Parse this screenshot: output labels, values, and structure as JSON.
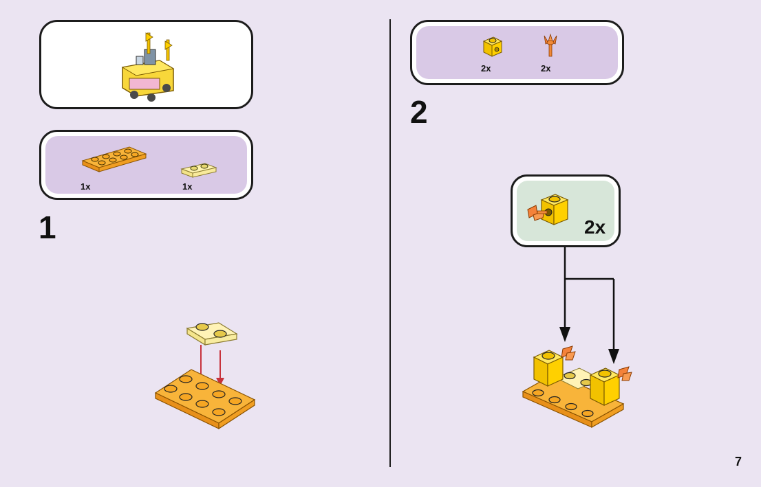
{
  "left_step": {
    "number": "1",
    "parts": [
      {
        "qty": "1x",
        "part": "orange-2x4-plate"
      },
      {
        "qty": "1x",
        "part": "transparent-yellow-1x2-plate"
      }
    ]
  },
  "right_step": {
    "number": "2",
    "parts": [
      {
        "qty": "2x",
        "part": "yellow-1x1-brick-with-side-stud"
      },
      {
        "qty": "2x",
        "part": "orange-flower-piece"
      }
    ],
    "subassembly_qty": "2x"
  },
  "page_number": "7",
  "colors": {
    "background": "#ebe4f2",
    "parts_panel": "#d9c9e6",
    "subassembly_panel": "#d7e6d9",
    "orange": "#f6a623",
    "yellow": "#ffe23a",
    "arrow_red": "#c7323c"
  }
}
